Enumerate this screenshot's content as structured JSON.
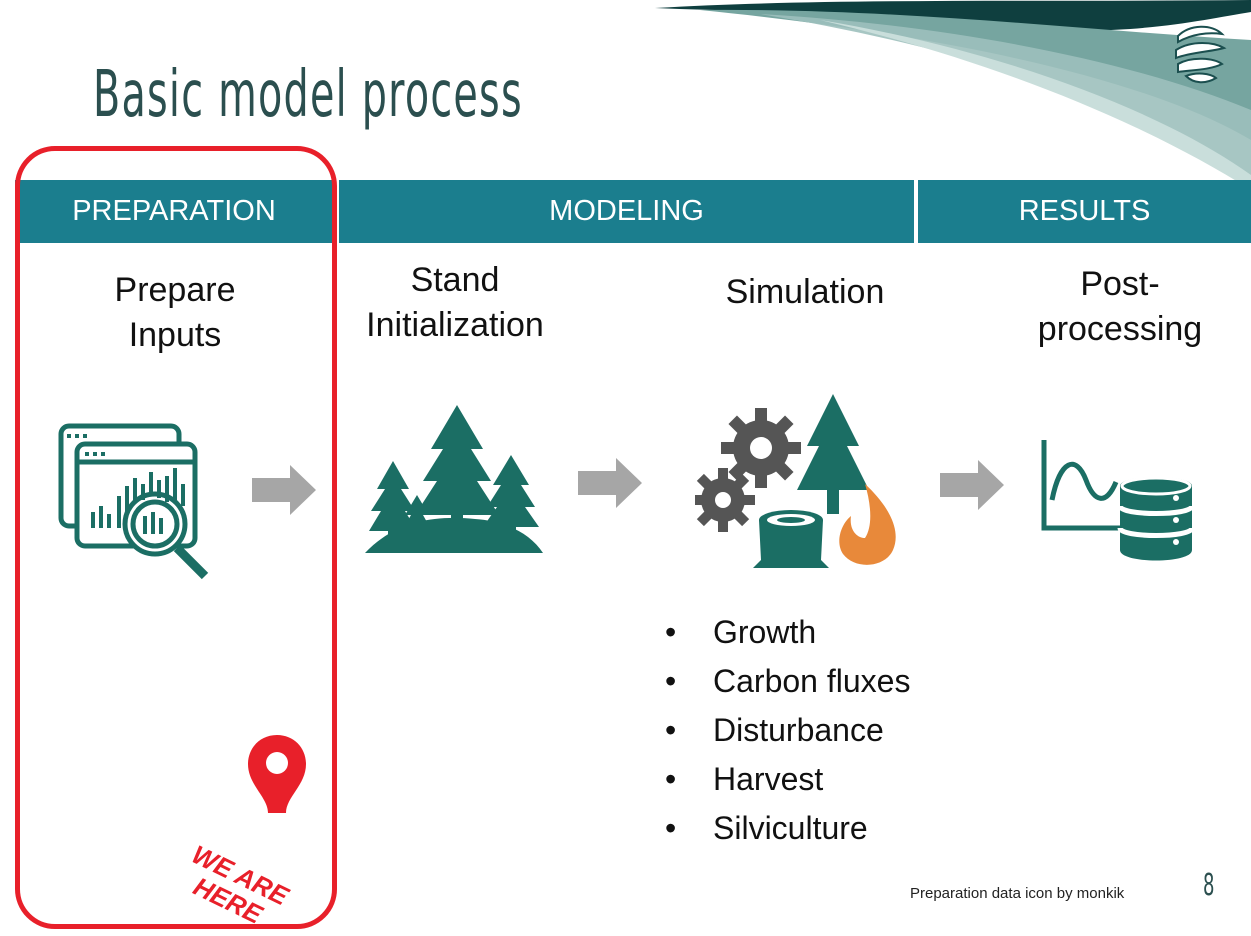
{
  "slide": {
    "title": "Basic model process",
    "page_number": "8",
    "credit": "Preparation data icon by monkik"
  },
  "phases": [
    {
      "label": "PREPARATION"
    },
    {
      "label": "MODELING"
    },
    {
      "label": "RESULTS"
    }
  ],
  "stages": [
    {
      "line1": "Prepare",
      "line2": "Inputs",
      "icon": "data-analysis-icon"
    },
    {
      "line1": "Stand",
      "line2": "Initialization",
      "icon": "forest-icon"
    },
    {
      "line1": "",
      "line2": "Simulation",
      "icon": "gears-tree-fire-icon"
    },
    {
      "line1": "Post-",
      "line2": "processing",
      "icon": "chart-database-icon"
    }
  ],
  "simulation_items": [
    "Growth",
    "Carbon fluxes",
    "Disturbance",
    "Harvest",
    "Silviculture"
  ],
  "marker": {
    "line1": "WE ARE",
    "line2": "HERE",
    "icon": "location-pin-icon"
  },
  "colors": {
    "band": "#1b7e8e",
    "icon_teal": "#1b6e64",
    "title": "#2b4f4f",
    "highlight": "#e8202a",
    "flame": "#e8893a",
    "gear": "#555555",
    "arrow": "#a6a6a6"
  }
}
